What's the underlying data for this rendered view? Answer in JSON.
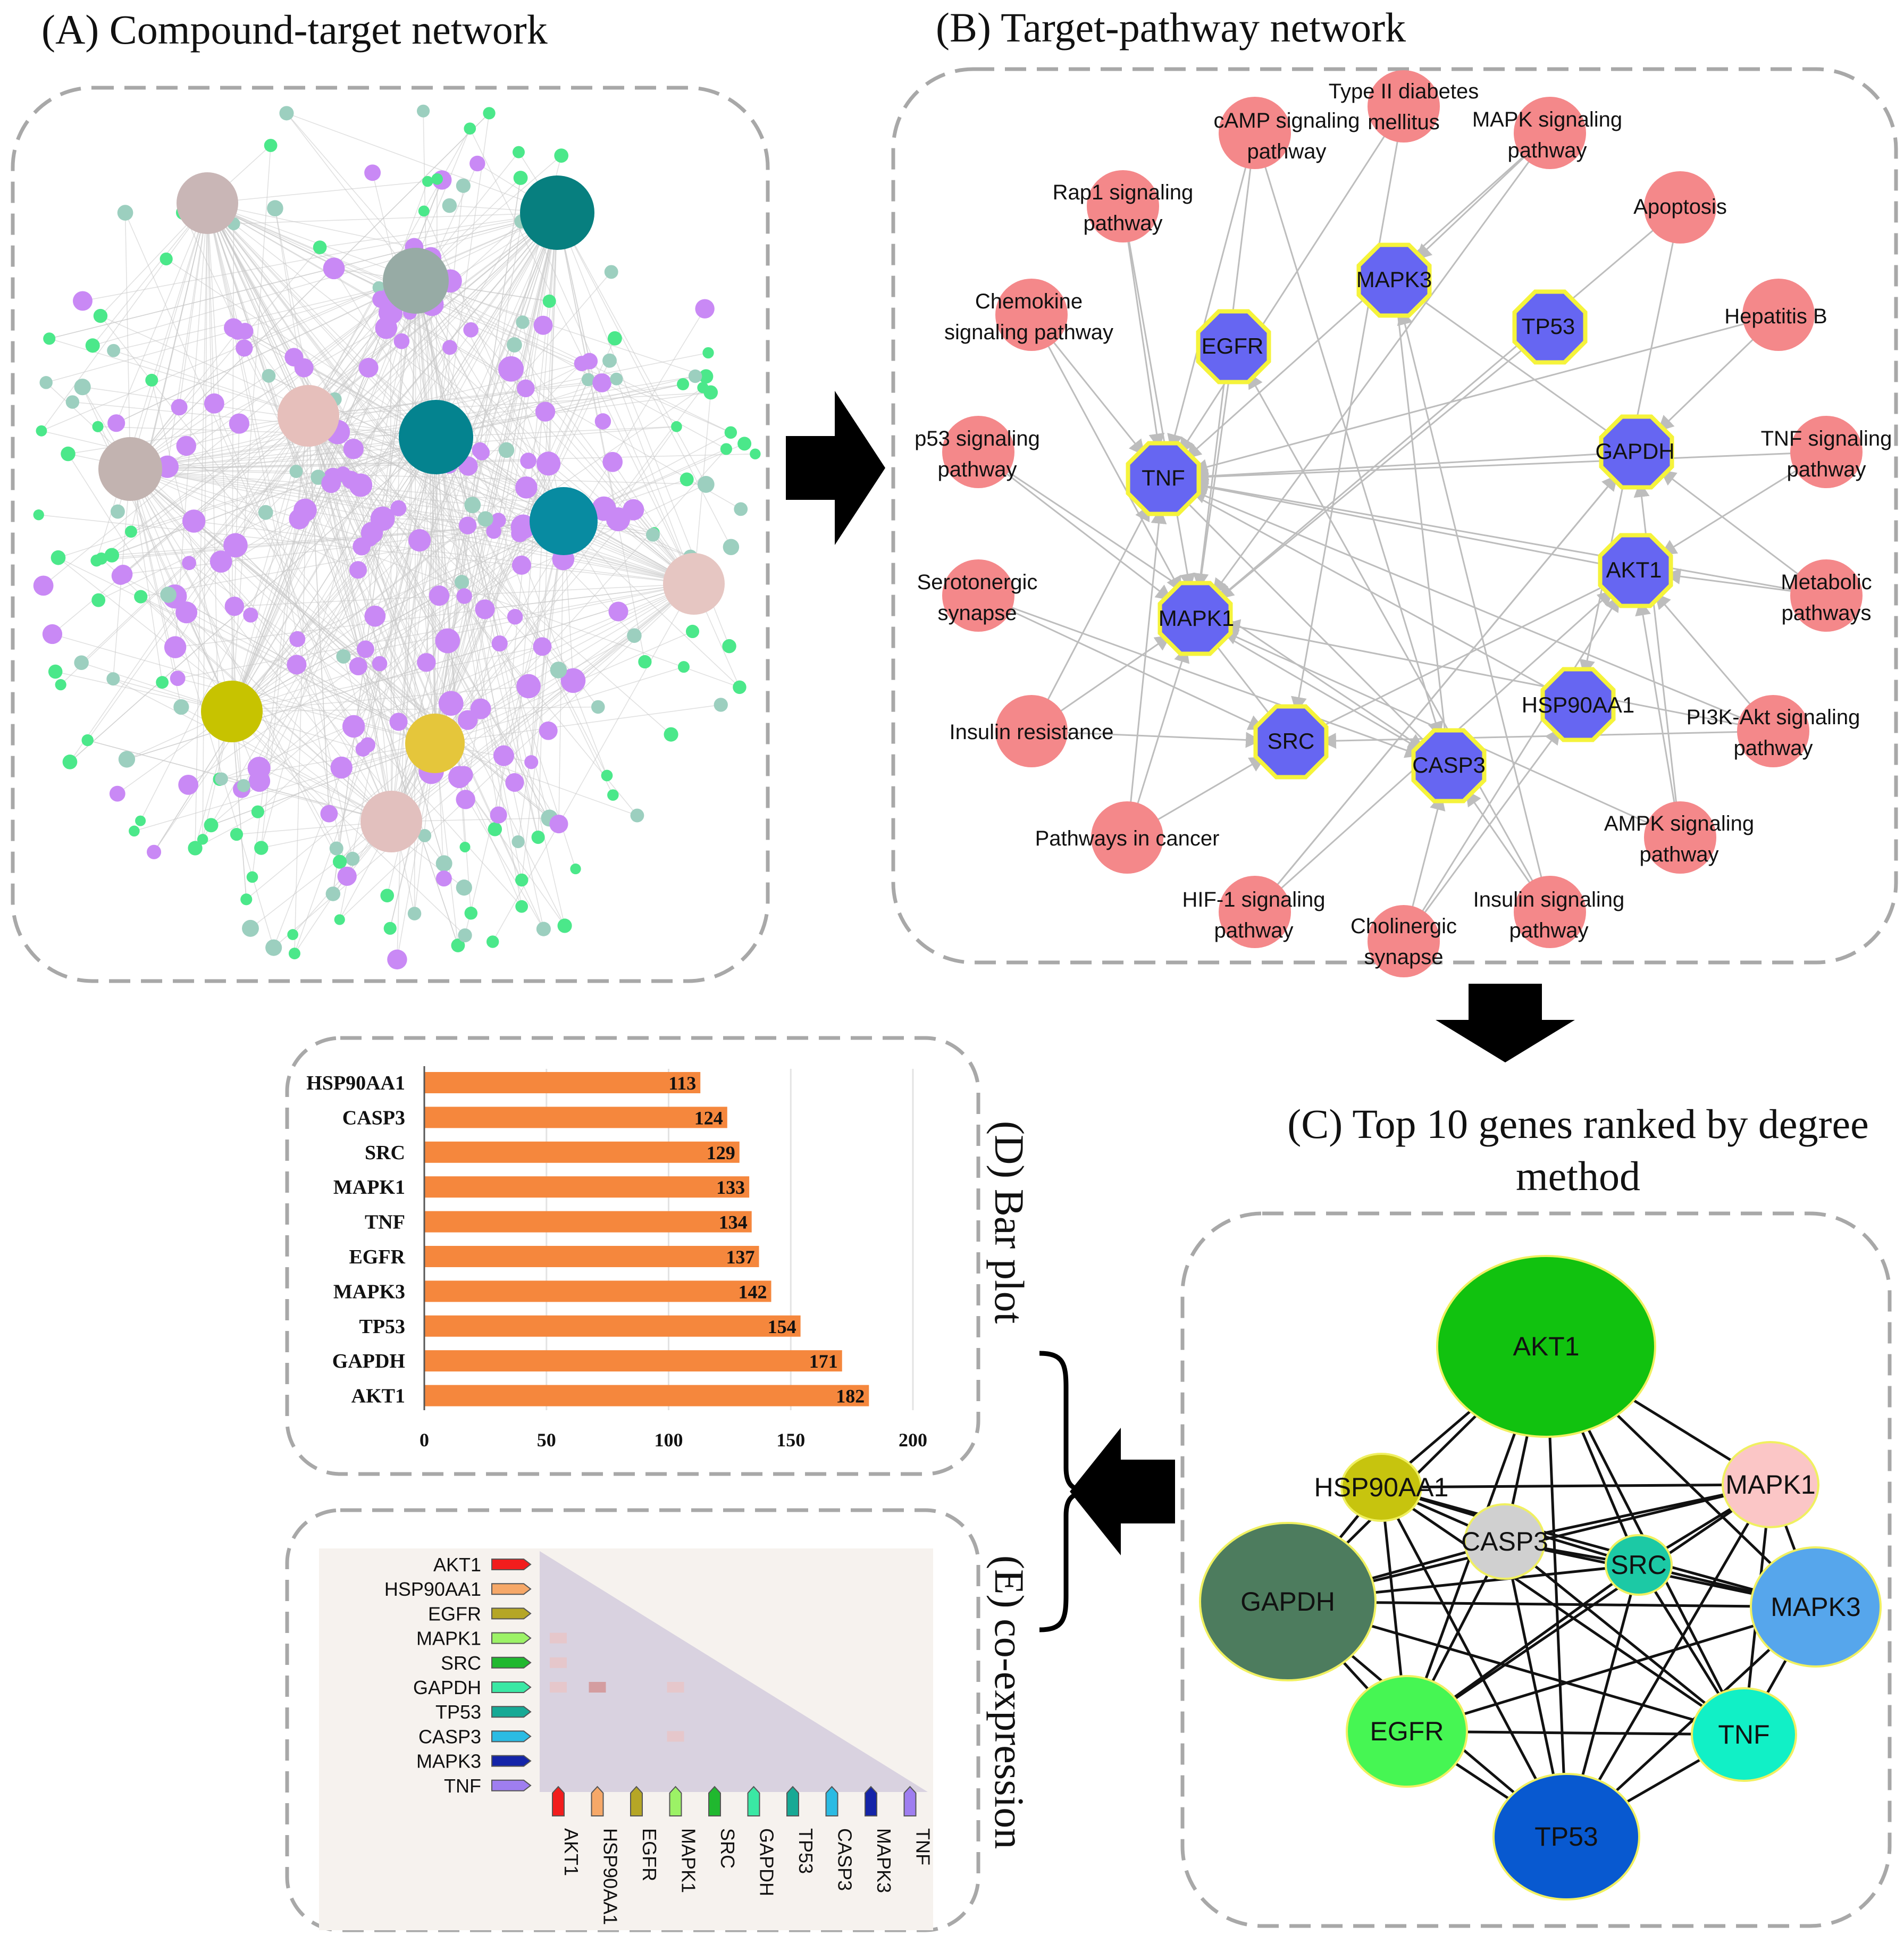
{
  "panels": {
    "a": {
      "title": "(A) Compound-target network"
    },
    "b": {
      "title": "(B) Target-pathway network"
    },
    "c": {
      "title_line1": "(C) Top 10 genes ranked by degree",
      "title_line2": "method"
    },
    "d": {
      "title": "(D) Bar plot"
    },
    "e": {
      "title": "(E) co-expression"
    }
  },
  "colors": {
    "pathway_node": "#f4888a",
    "gene_node": "#6666f2",
    "gene_node_border": "#f5f33b",
    "bar": "#f5873d",
    "compound_node": "#c989f5",
    "target_node": "#4be88a",
    "target_node_alt": "#9ccfbf"
  },
  "pathways": [
    "cAMP signaling pathway",
    "Type II diabetes mellitus",
    "MAPK signaling pathway",
    "Rap1 signaling pathway",
    "Apoptosis",
    "Chemokine signaling pathway",
    "Hepatitis B",
    "p53 signaling pathway",
    "TNF signaling pathway",
    "Serotonergic synapse",
    "Metabolic pathways",
    "Insulin resistance",
    "PI3K-Akt signaling pathway",
    "Pathways in cancer",
    "AMPK signaling pathway",
    "HIF-1 signaling pathway",
    "Cholinergic synapse",
    "Insulin signaling pathway"
  ],
  "genes": [
    "MAPK3",
    "EGFR",
    "TP53",
    "TNF",
    "GAPDH",
    "AKT1",
    "MAPK1",
    "HSP90AA1",
    "SRC",
    "CASP3"
  ],
  "top10_genes": [
    "AKT1",
    "HSP90AA1",
    "MAPK1",
    "CASP3",
    "SRC",
    "GAPDH",
    "MAPK3",
    "EGFR",
    "TNF",
    "TP53"
  ],
  "top10_colors": {
    "AKT1": "#11c20f",
    "HSP90AA1": "#c7c40e",
    "MAPK1": "#fbc6c6",
    "CASP3": "#d0d0d0",
    "SRC": "#1cc9a5",
    "GAPDH": "#4d7c5e",
    "MAPK3": "#56a6ec",
    "EGFR": "#46f653",
    "TNF": "#11f0c6",
    "TP53": "#0859d0"
  },
  "chart_data": {
    "type": "bar",
    "orientation": "horizontal",
    "categories": [
      "HSP90AA1",
      "CASP3",
      "SRC",
      "MAPK1",
      "TNF",
      "EGFR",
      "MAPK3",
      "TP53",
      "GAPDH",
      "AKT1"
    ],
    "values": [
      113,
      124,
      129,
      133,
      134,
      137,
      142,
      154,
      171,
      182
    ],
    "xlim": [
      0,
      200
    ],
    "xticks": [
      "0",
      "50",
      "100",
      "150",
      "200"
    ],
    "grid": true
  },
  "coexpression": {
    "genes": [
      "AKT1",
      "HSP90AA1",
      "EGFR",
      "MAPK1",
      "SRC",
      "GAPDH",
      "TP53",
      "CASP3",
      "MAPK3",
      "TNF"
    ],
    "colors": [
      "#f21d1d",
      "#f6a868",
      "#b5a626",
      "#9cf266",
      "#20b82f",
      "#3ae8a4",
      "#17a995",
      "#2bbbe3",
      "#1424a8",
      "#9f7ef0"
    ],
    "cells": [
      [
        3,
        0
      ],
      [
        4,
        0
      ],
      [
        5,
        0
      ],
      [
        5,
        1
      ],
      [
        5,
        3
      ],
      [
        7,
        3
      ]
    ]
  }
}
